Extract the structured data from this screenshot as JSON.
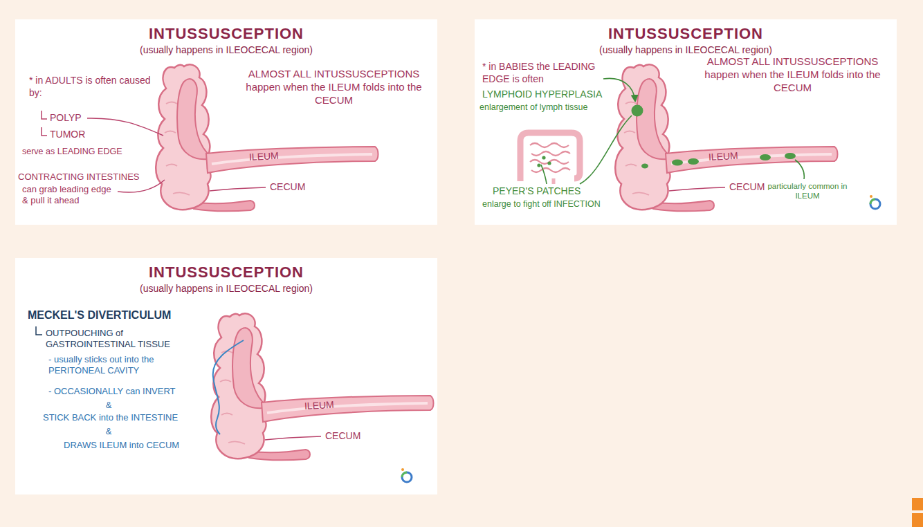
{
  "diagram": {
    "nodes": [
      {
        "text": [
          "INTUSSUSCEPTION",
          "(usually happens in ILEOCECAL region)"
        ]
      },
      {
        "text": [
          "INTUSSUSCEPTION",
          "(usually happens in ILEOCECAL region)"
        ]
      },
      {
        "text": [
          "INTUSSUSCEPTION",
          "(usually happens in ILEOCECAL region)"
        ]
      }
    ],
    "labels": [
      "* in ADULTS is often caused by:",
      "POLYP",
      "TUMOR",
      "serve as LEADING EDGE",
      "CONTRACTING INTESTINES",
      "can grab leading edge & pull it ahead",
      "ALMOST ALL INTUSSUSCEPTIONS happen when the ILEUM folds into the CECUM",
      "ILEUM",
      "CECUM",
      "* in BABIES the LEADING EDGE is often",
      "LYMPHOID HYPERPLASIA",
      "enlargement of lymph tissue",
      "PEYER'S PATCHES",
      "enlarge to fight off INFECTION",
      "ALMOST ALL INTUSSUSCEPTIONS happen when the ILEUM folds into the CECUM",
      "ILEUM",
      "CECUM",
      "particularly common in ILEUM",
      "MECKEL'S DIVERTICULUM",
      "OUTPOUCHING of GASTROINTESTINAL TISSUE",
      "- usually sticks out into the PERITONEAL CAVITY",
      "- OCCASIONALLY can INVERT",
      "&",
      "STICK BACK into the INTESTINE",
      "&",
      "DRAWS ILEUM into CECUM",
      "ILEUM",
      "CECUM"
    ]
  }
}
